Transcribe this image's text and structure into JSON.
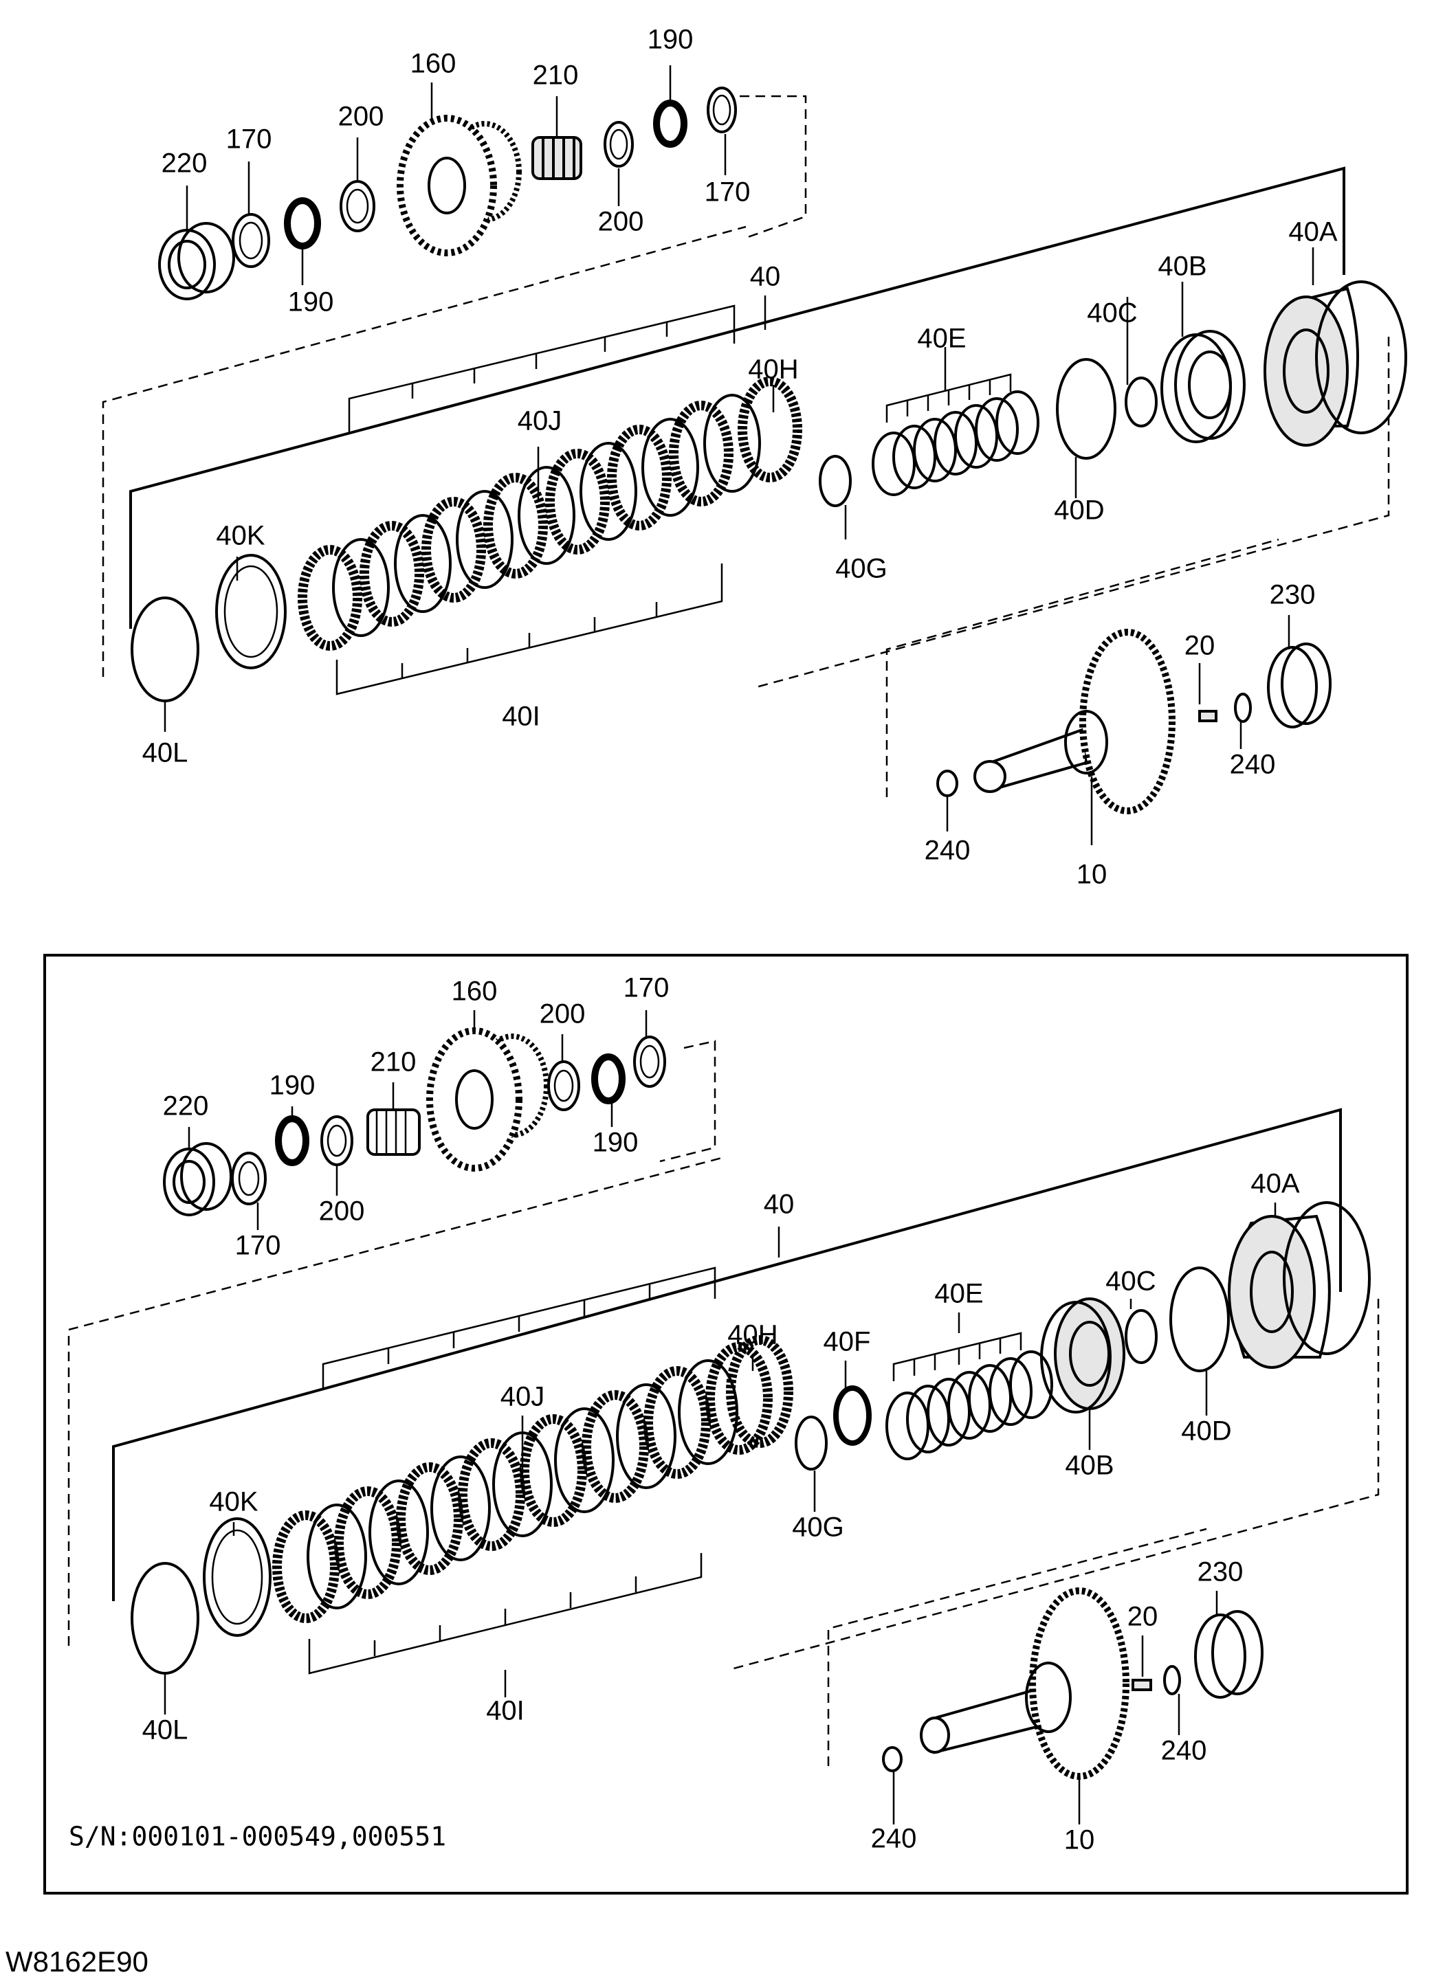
{
  "diagram_code": "W8162E90",
  "lower_panel": {
    "serial_note": "S/N:000101-000549,000551"
  },
  "labels": {
    "p10": "10",
    "p20": "20",
    "p40": "40",
    "p40A": "40A",
    "p40B": "40B",
    "p40C": "40C",
    "p40D": "40D",
    "p40E": "40E",
    "p40F": "40F",
    "p40G": "40G",
    "p40H": "40H",
    "p40I": "40I",
    "p40J": "40J",
    "p40K": "40K",
    "p40L": "40L",
    "p160": "160",
    "p170": "170",
    "p190": "190",
    "p200": "200",
    "p210": "210",
    "p220": "220",
    "p230": "230",
    "p240": "240"
  }
}
